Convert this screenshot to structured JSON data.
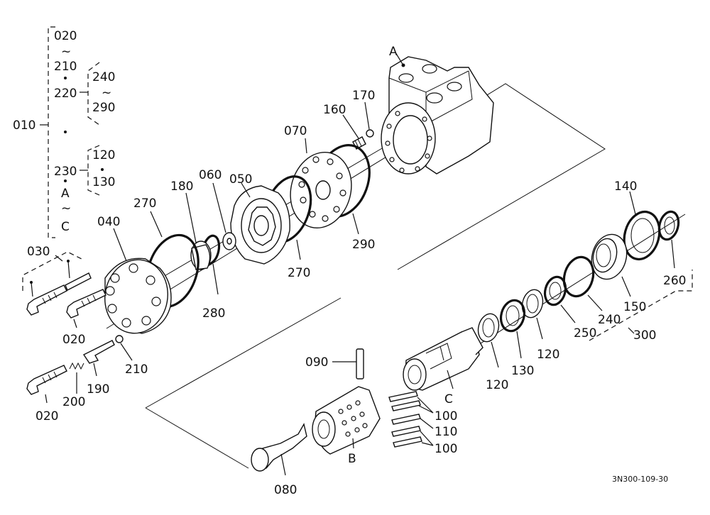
{
  "labels": {
    "p010": "010",
    "p020a": "020",
    "p210a": "210",
    "p220": "220",
    "p240": "240",
    "p290a": "290",
    "p120a": "120",
    "p230": "230",
    "p130a": "130",
    "pA_side": "A",
    "pC_side": "C",
    "p030": "030",
    "p040": "040",
    "p270a": "270",
    "p180": "180",
    "p060": "060",
    "p050": "050",
    "p070": "070",
    "p160": "160",
    "p170": "170",
    "pA": "A",
    "p280": "280",
    "p270b": "270",
    "p290b": "290",
    "p020b": "020",
    "p210b": "210",
    "p190": "190",
    "p200": "200",
    "p020c": "020",
    "p090": "090",
    "pC": "C",
    "pB": "B",
    "p100a": "100",
    "p110": "110",
    "p100b": "100",
    "p080": "080",
    "p120b": "120",
    "p130b": "130",
    "p120c": "120",
    "p250": "250",
    "p240b": "240",
    "p150": "150",
    "p300": "300",
    "p140": "140",
    "p260": "260",
    "tilde1": "~",
    "tilde2": "~",
    "tilde3": "~",
    "drawing_code": "3N300-109-30"
  }
}
